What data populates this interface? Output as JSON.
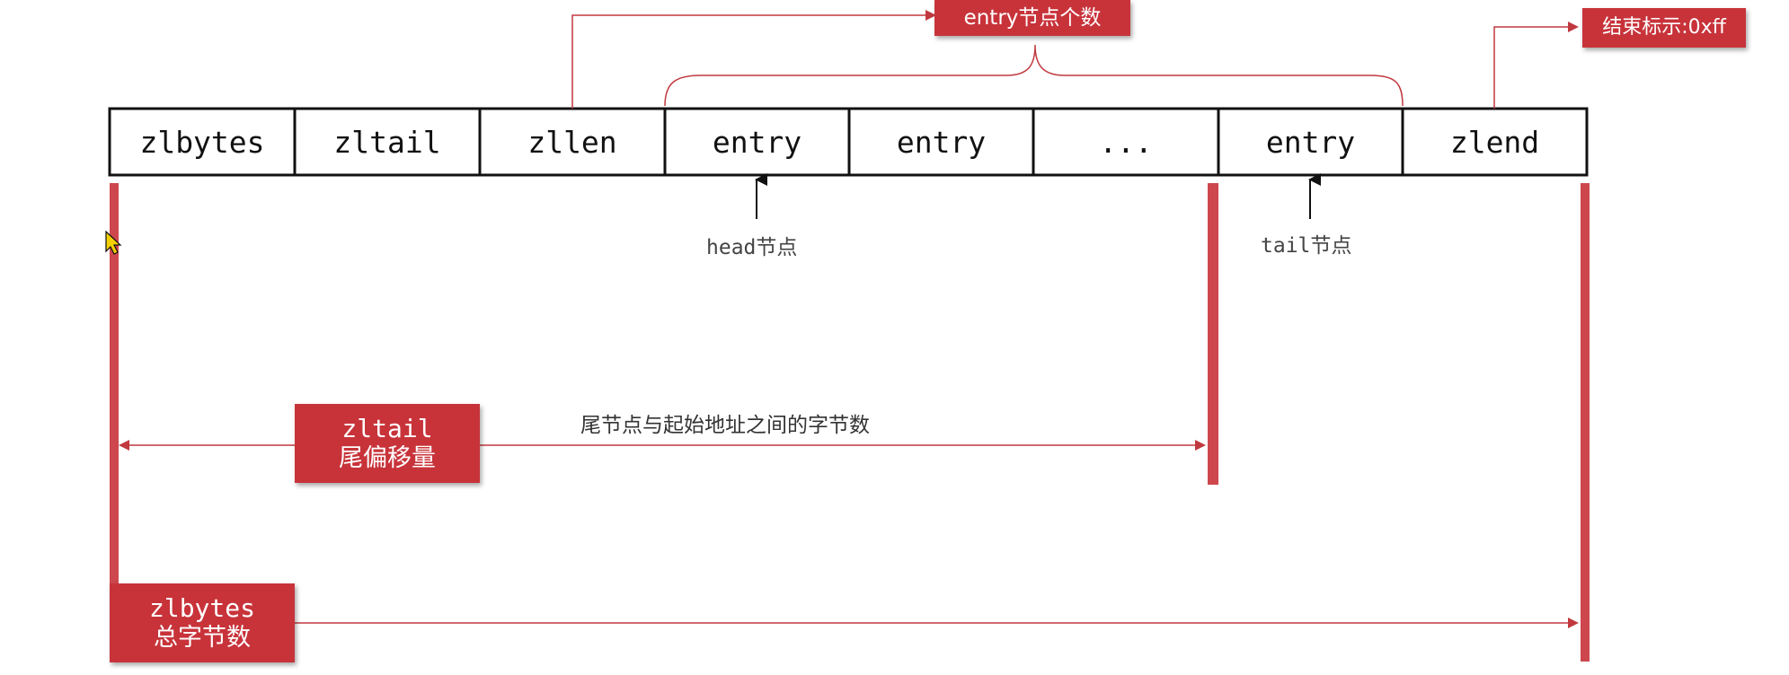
{
  "cells": [
    {
      "label": "zlbytes"
    },
    {
      "label": "zltail"
    },
    {
      "label": "zllen"
    },
    {
      "label": "entry"
    },
    {
      "label": "entry"
    },
    {
      "label": "..."
    },
    {
      "label": "entry"
    },
    {
      "label": "zlend"
    }
  ],
  "callouts": {
    "entry_count": "entry节点个数",
    "end_marker": "结束标示:0xff",
    "zltail_title": "zltail",
    "zltail_sub": "尾偏移量",
    "zlbytes_title": "zlbytes",
    "zlbytes_sub": "总字节数"
  },
  "pointers": {
    "head": "head节点",
    "tail": "tail节点"
  },
  "annotations": {
    "zltail_span": "尾节点与起始地址之间的字节数"
  },
  "colors": {
    "red": "#c8333a",
    "line_red": "#c0393f",
    "border": "#111111"
  }
}
